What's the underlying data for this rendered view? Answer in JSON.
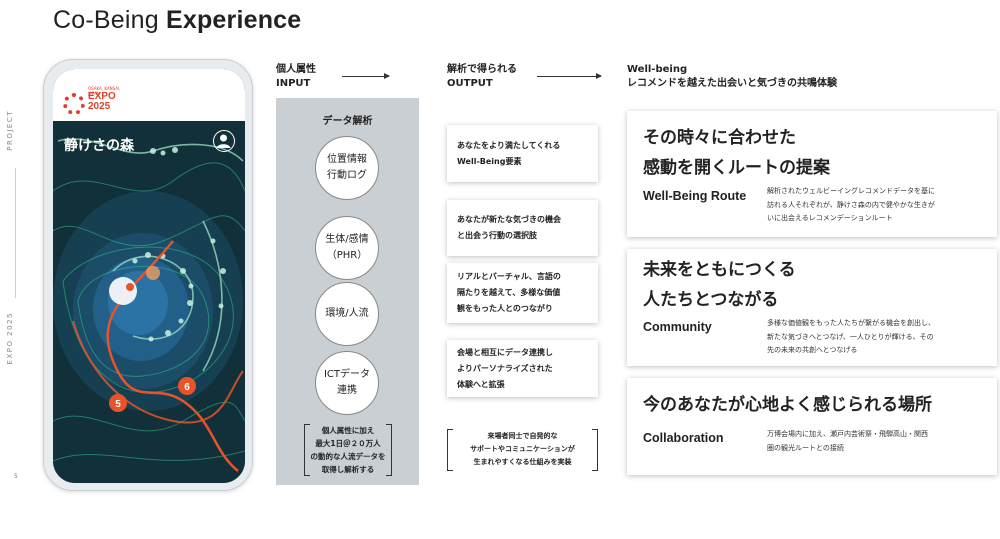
{
  "title": {
    "normal": "Co-Being ",
    "bold": "Experience"
  },
  "side": {
    "project": "PROJECT",
    "expo": "EXPO 2025",
    "page_number": "5"
  },
  "phone": {
    "logo_small": "OSAKA, KANSAI, JAPAN",
    "logo_line1": "EXPO",
    "logo_line2": "2025",
    "screen_title": "静けさの森",
    "marker_5": "5",
    "marker_6": "6",
    "colors": {
      "route": "#e8532a",
      "map_bg": "#12303a",
      "ring": "#1e5a7d",
      "glow": "#9fe6c8"
    }
  },
  "input": {
    "header_line1": "個人属性",
    "header_line2": "INPUT",
    "panel_title": "データ解析",
    "items": [
      {
        "label": "位置情報\n行動ログ"
      },
      {
        "label": "生体/感情\n（PHR）"
      },
      {
        "label": "環境/人流"
      },
      {
        "label": "ICTデータ\n連携"
      }
    ],
    "note": "個人属性に加え\n最大1日＠２０万人\nの動的な人流データを\n取得し解析する"
  },
  "output": {
    "header_line1": "解析で得られる",
    "header_line2": "OUTPUT",
    "items": [
      "あなたをより満たしてくれる\nWell-Being要素",
      "あなたが新たな気づきの機会\nと出会う行動の選択肢",
      "リアルとバーチャル、言語の\n隔たりを越えて、多様な価値\n観をもった人とのつながり",
      "会場と相互にデータ連携し\nよりパーソナライズされた\n体験へと拡張"
    ],
    "note": "来場者同士で自発的な\nサポートやコミュニケーションが\n生まれやすくなる仕組みを実装"
  },
  "wellbeing": {
    "header_line1": "Well-being",
    "header_line2": "レコメンドを越えた出会いと気づきの共鳴体験",
    "cards": [
      {
        "heading": "その時々に合わせた\n感動を開くルートの提案",
        "label": "Well-Being Route",
        "description": "解析されたウェルビーイングレコメンドデータを基に\n訪れる人それぞれが、静けさ森の内で健やかな生きが\nいに出会えるレコメンデーションルート"
      },
      {
        "heading": "未来をともにつくる\n人たちとつながる",
        "label": "Community",
        "description": "多様な価値観をもった人たちが繋がる機会を創出し、\n新たな気づきへとつなげ、一人ひとりが輝ける、その\n先の未来の共創へとつなげる"
      },
      {
        "heading": "今のあなたが心地よく感じられる場所",
        "label": "Collaboration",
        "description": "万博会場内に加え、瀬戸内芸術祭・飛騨高山・関西\n圏の観光ルートとの接続"
      }
    ]
  }
}
